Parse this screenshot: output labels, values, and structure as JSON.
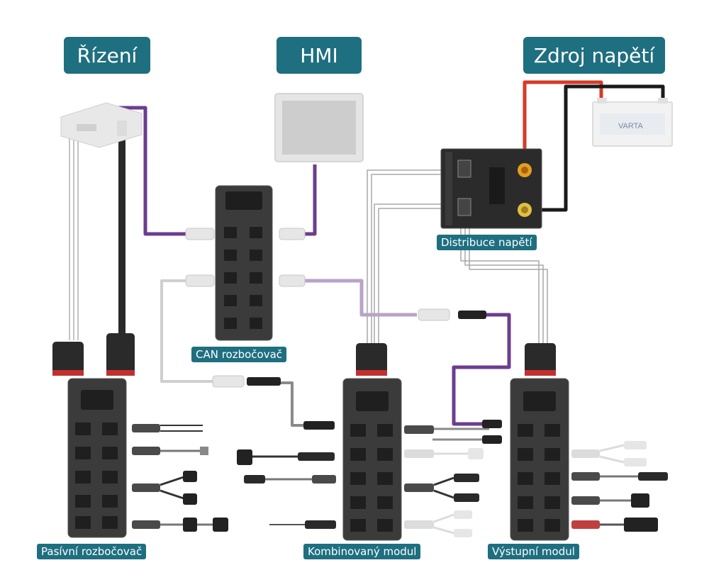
{
  "labels": {
    "rizeni": "Řízení",
    "hmi": "HMI",
    "zdroj": "Zdroj napětí",
    "distribuce": "Distribuce napětí",
    "can": "CAN rozbočovač",
    "pasivni": "Pasívní rozbočovač",
    "kombinovany": "Kombinovaný modul",
    "vystupni": "Výstupní modul"
  },
  "battery_brand": "VARTA",
  "colors": {
    "label_bg": "#1e6f80",
    "purple": "#6b3d8f",
    "light_purple": "#b9a3c9",
    "red": "#d63a28",
    "black": "#1a1a1a",
    "gray": "#8a8a8a",
    "light_gray": "#cfcfcf",
    "module": "#3a3a3a"
  }
}
